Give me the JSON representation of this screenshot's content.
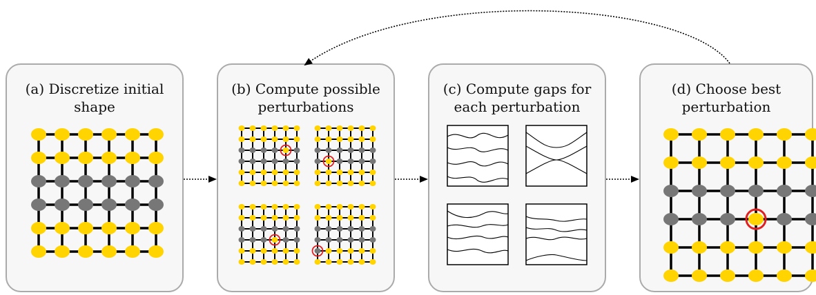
{
  "panels": [
    {
      "line1": "(a) Discretize initial",
      "line2": "shape"
    },
    {
      "line1": "(b) Compute possible",
      "line2": "perturbations"
    },
    {
      "line1": "(c) Compute gaps for",
      "line2": "each perturbation"
    },
    {
      "line1": "(d) Choose best",
      "line2": "perturbation"
    }
  ],
  "colors": {
    "node_yellow": "#ffd400",
    "node_gray": "#777777",
    "highlight_red": "#e02020",
    "panel_fill": "#f7f7f7",
    "panel_border": "#aaaaaa"
  },
  "grid": {
    "size": 6,
    "row_types": [
      "yellow",
      "yellow",
      "gray",
      "gray",
      "yellow",
      "yellow"
    ]
  },
  "perturbations": [
    {
      "row": 2,
      "col": 4
    },
    {
      "row": 3,
      "col": 1
    },
    {
      "row": 3,
      "col": 3
    },
    {
      "row": 4,
      "col": 0
    }
  ],
  "best_choice": {
    "row": 3,
    "col": 3
  }
}
